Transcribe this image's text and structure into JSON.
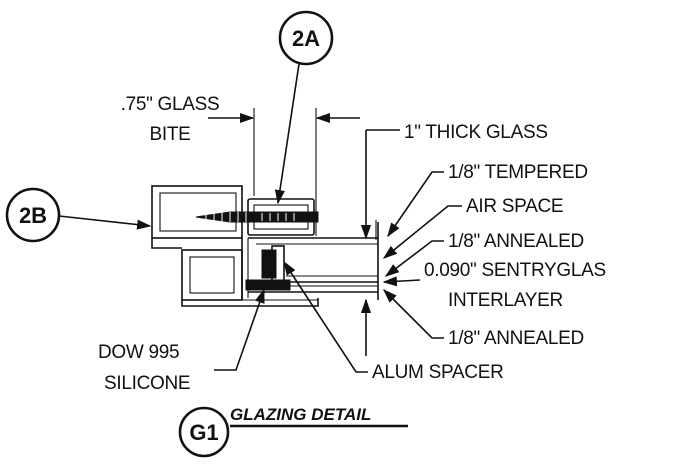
{
  "bubbles": {
    "screw_ref": "2A",
    "frame_ref": "2B",
    "detail_ref": "G1"
  },
  "labels": {
    "glass_bite_line1": ".75\" GLASS",
    "glass_bite_line2": "BITE",
    "thick_glass": "1\" THICK GLASS",
    "tempered": "1/8\" TEMPERED",
    "air_space": "AIR SPACE",
    "annealed_top": "1/8\" ANNEALED",
    "sentryglas": "0.090\" SENTRYGLAS",
    "interlayer": "INTERLAYER",
    "annealed_bottom": "1/8\" ANNEALED",
    "silicone_line1": "DOW 995",
    "silicone_line2": "SILICONE",
    "alum_spacer": "ALUM SPACER"
  },
  "title": {
    "detail_name": "GLAZING DETAIL"
  }
}
